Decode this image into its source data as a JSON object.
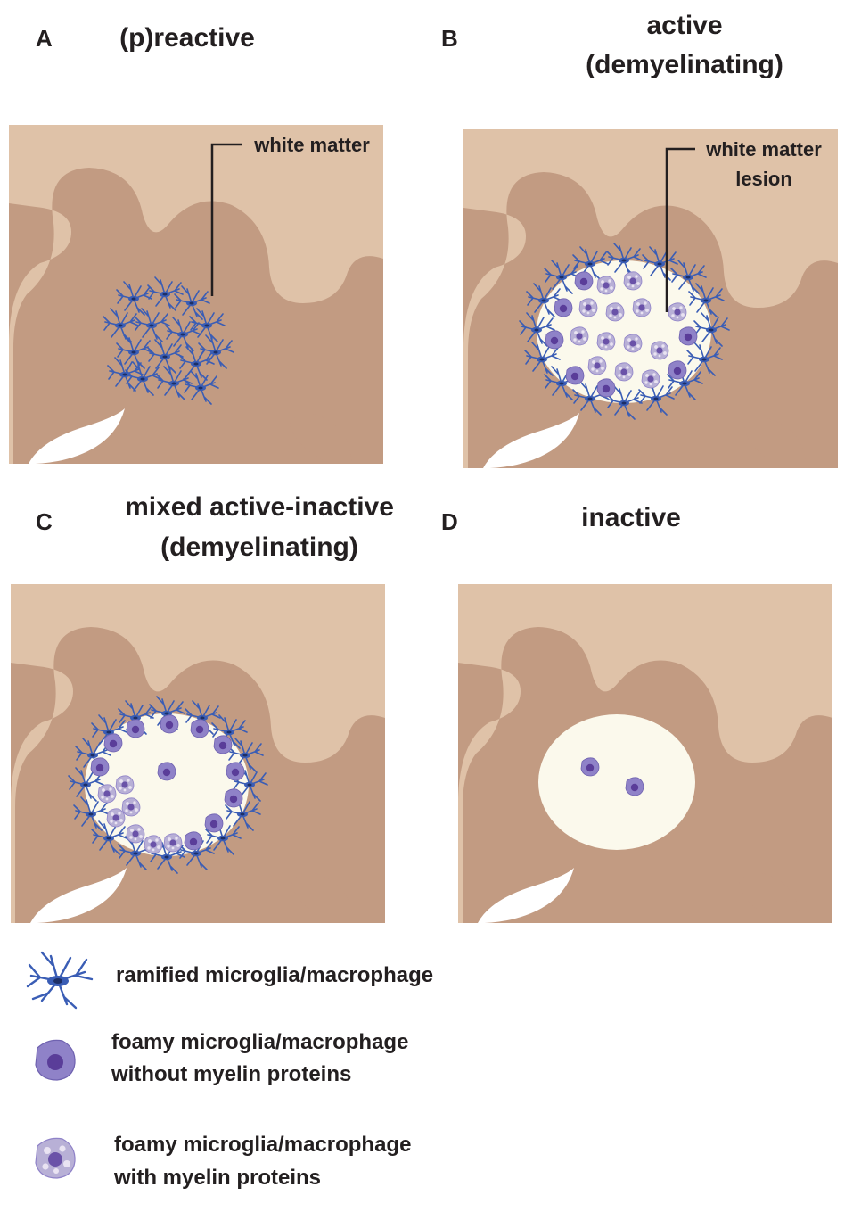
{
  "panels": {
    "a": {
      "letter": "A",
      "title": "(p)reactive",
      "callout": "white matter"
    },
    "b": {
      "letter": "B",
      "title_line1": "active",
      "title_line2": "(demyelinating)",
      "callout_line1": "white matter",
      "callout_line2": "lesion"
    },
    "c": {
      "letter": "C",
      "title_line1": "mixed active-inactive",
      "title_line2": "(demyelinating)"
    },
    "d": {
      "letter": "D",
      "title": "inactive"
    }
  },
  "legend": {
    "ramified": "ramified microglia/macrophage",
    "foamy_without_line1": "foamy microglia/macrophage",
    "foamy_without_line2": "without myelin proteins",
    "foamy_with_line1": "foamy microglia/macrophage",
    "foamy_with_line2": "with myelin proteins"
  },
  "colors": {
    "gray_matter": "#c29b82",
    "white_matter": "#dfc2a8",
    "lesion": "#fbf9ec",
    "microglia": "#3a5db5",
    "foamy_cell": "#8f82c8",
    "foamy_nucleus": "#5a3d99",
    "text": "#231f20"
  },
  "icons": [
    "ramified-microglia-icon",
    "foamy-cell-icon",
    "foamy-cell-myelin-icon"
  ]
}
